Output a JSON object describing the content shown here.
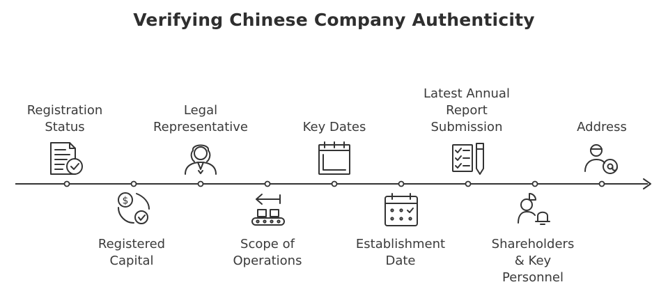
{
  "title": "Verifying Chinese Company Authenticity",
  "steps_top": [
    {
      "label": "Registration\nStatus",
      "icon": "document-check-icon"
    },
    {
      "label": "Legal\nRepresentative",
      "icon": "judge-icon"
    },
    {
      "label": "Key Dates",
      "icon": "calendar-icon"
    },
    {
      "label": "Latest Annual\nReport\nSubmission",
      "icon": "checklist-pen-icon"
    },
    {
      "label": "Address",
      "icon": "person-at-icon"
    }
  ],
  "steps_bottom": [
    {
      "label": "Registered\nCapital",
      "icon": "money-cycle-icon"
    },
    {
      "label": "Scope of\nOperations",
      "icon": "conveyor-icon"
    },
    {
      "label": "Establishment\nDate",
      "icon": "calendar-grid-icon"
    },
    {
      "label": "Shareholders\n& Key\nPersonnel",
      "icon": "person-bell-icon"
    }
  ]
}
